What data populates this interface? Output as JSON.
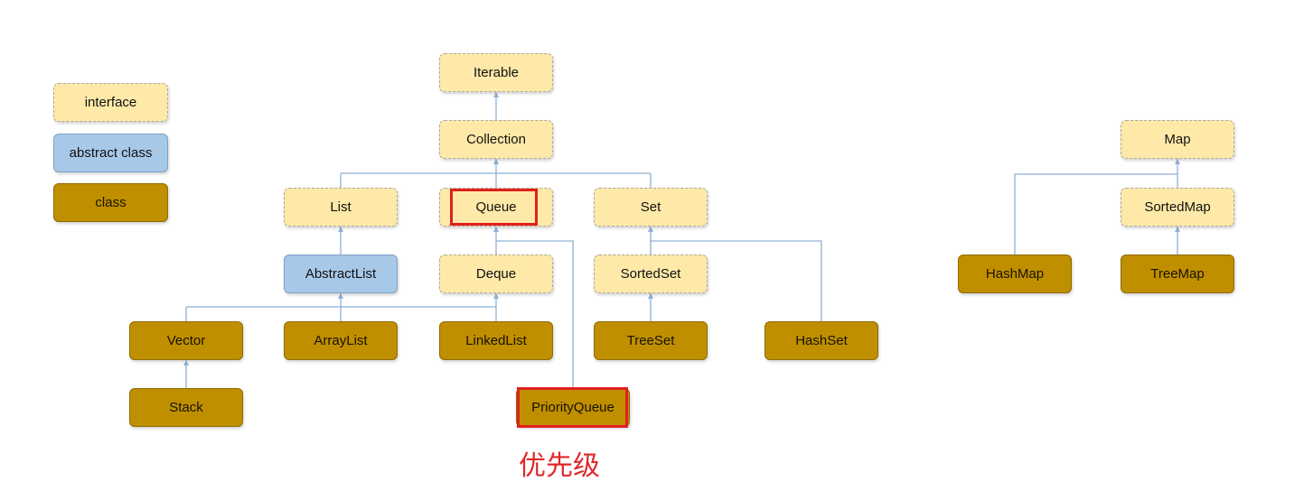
{
  "legend": {
    "interface": "interface",
    "abstract_class": "abstract class",
    "class": "class"
  },
  "nodes": {
    "iterable": "Iterable",
    "collection": "Collection",
    "list": "List",
    "queue": "Queue",
    "set": "Set",
    "abstractlist": "AbstractList",
    "deque": "Deque",
    "sortedset": "SortedSet",
    "vector": "Vector",
    "arraylist": "ArrayList",
    "linkedlist": "LinkedList",
    "treeset": "TreeSet",
    "hashset": "HashSet",
    "stack": "Stack",
    "priorityqueue": "PriorityQueue",
    "map": "Map",
    "sortedmap": "SortedMap",
    "hashmap": "HashMap",
    "treemap": "TreeMap"
  },
  "annotation": "优先级",
  "colors": {
    "interface_fill": "#ffe9a8",
    "abstract_fill": "#a8c8e8",
    "class_fill": "#bf8f00",
    "connector": "#8fb0d8",
    "highlight": "#e02020"
  }
}
